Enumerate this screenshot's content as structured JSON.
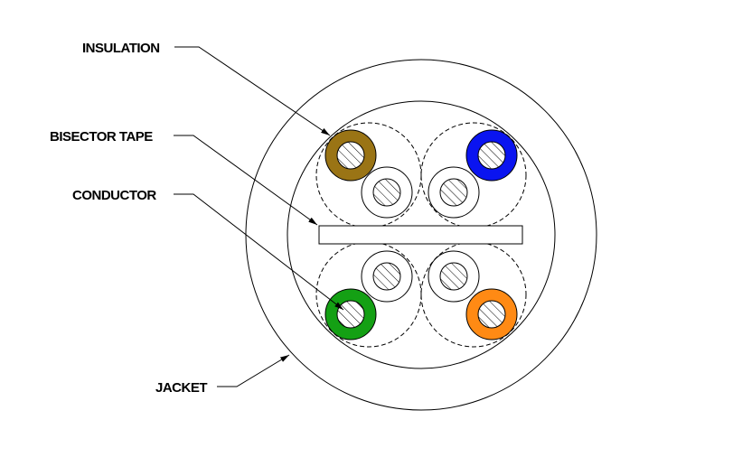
{
  "labels": {
    "insulation": "INSULATION",
    "bisector_tape": "BISECTOR TAPE",
    "conductor": "CONDUCTOR",
    "jacket": "JACKET"
  },
  "colors": {
    "brown": "#9a7415",
    "blue": "#0a14f0",
    "green": "#14a014",
    "orange": "#ff8a14",
    "white": "#ffffff"
  }
}
